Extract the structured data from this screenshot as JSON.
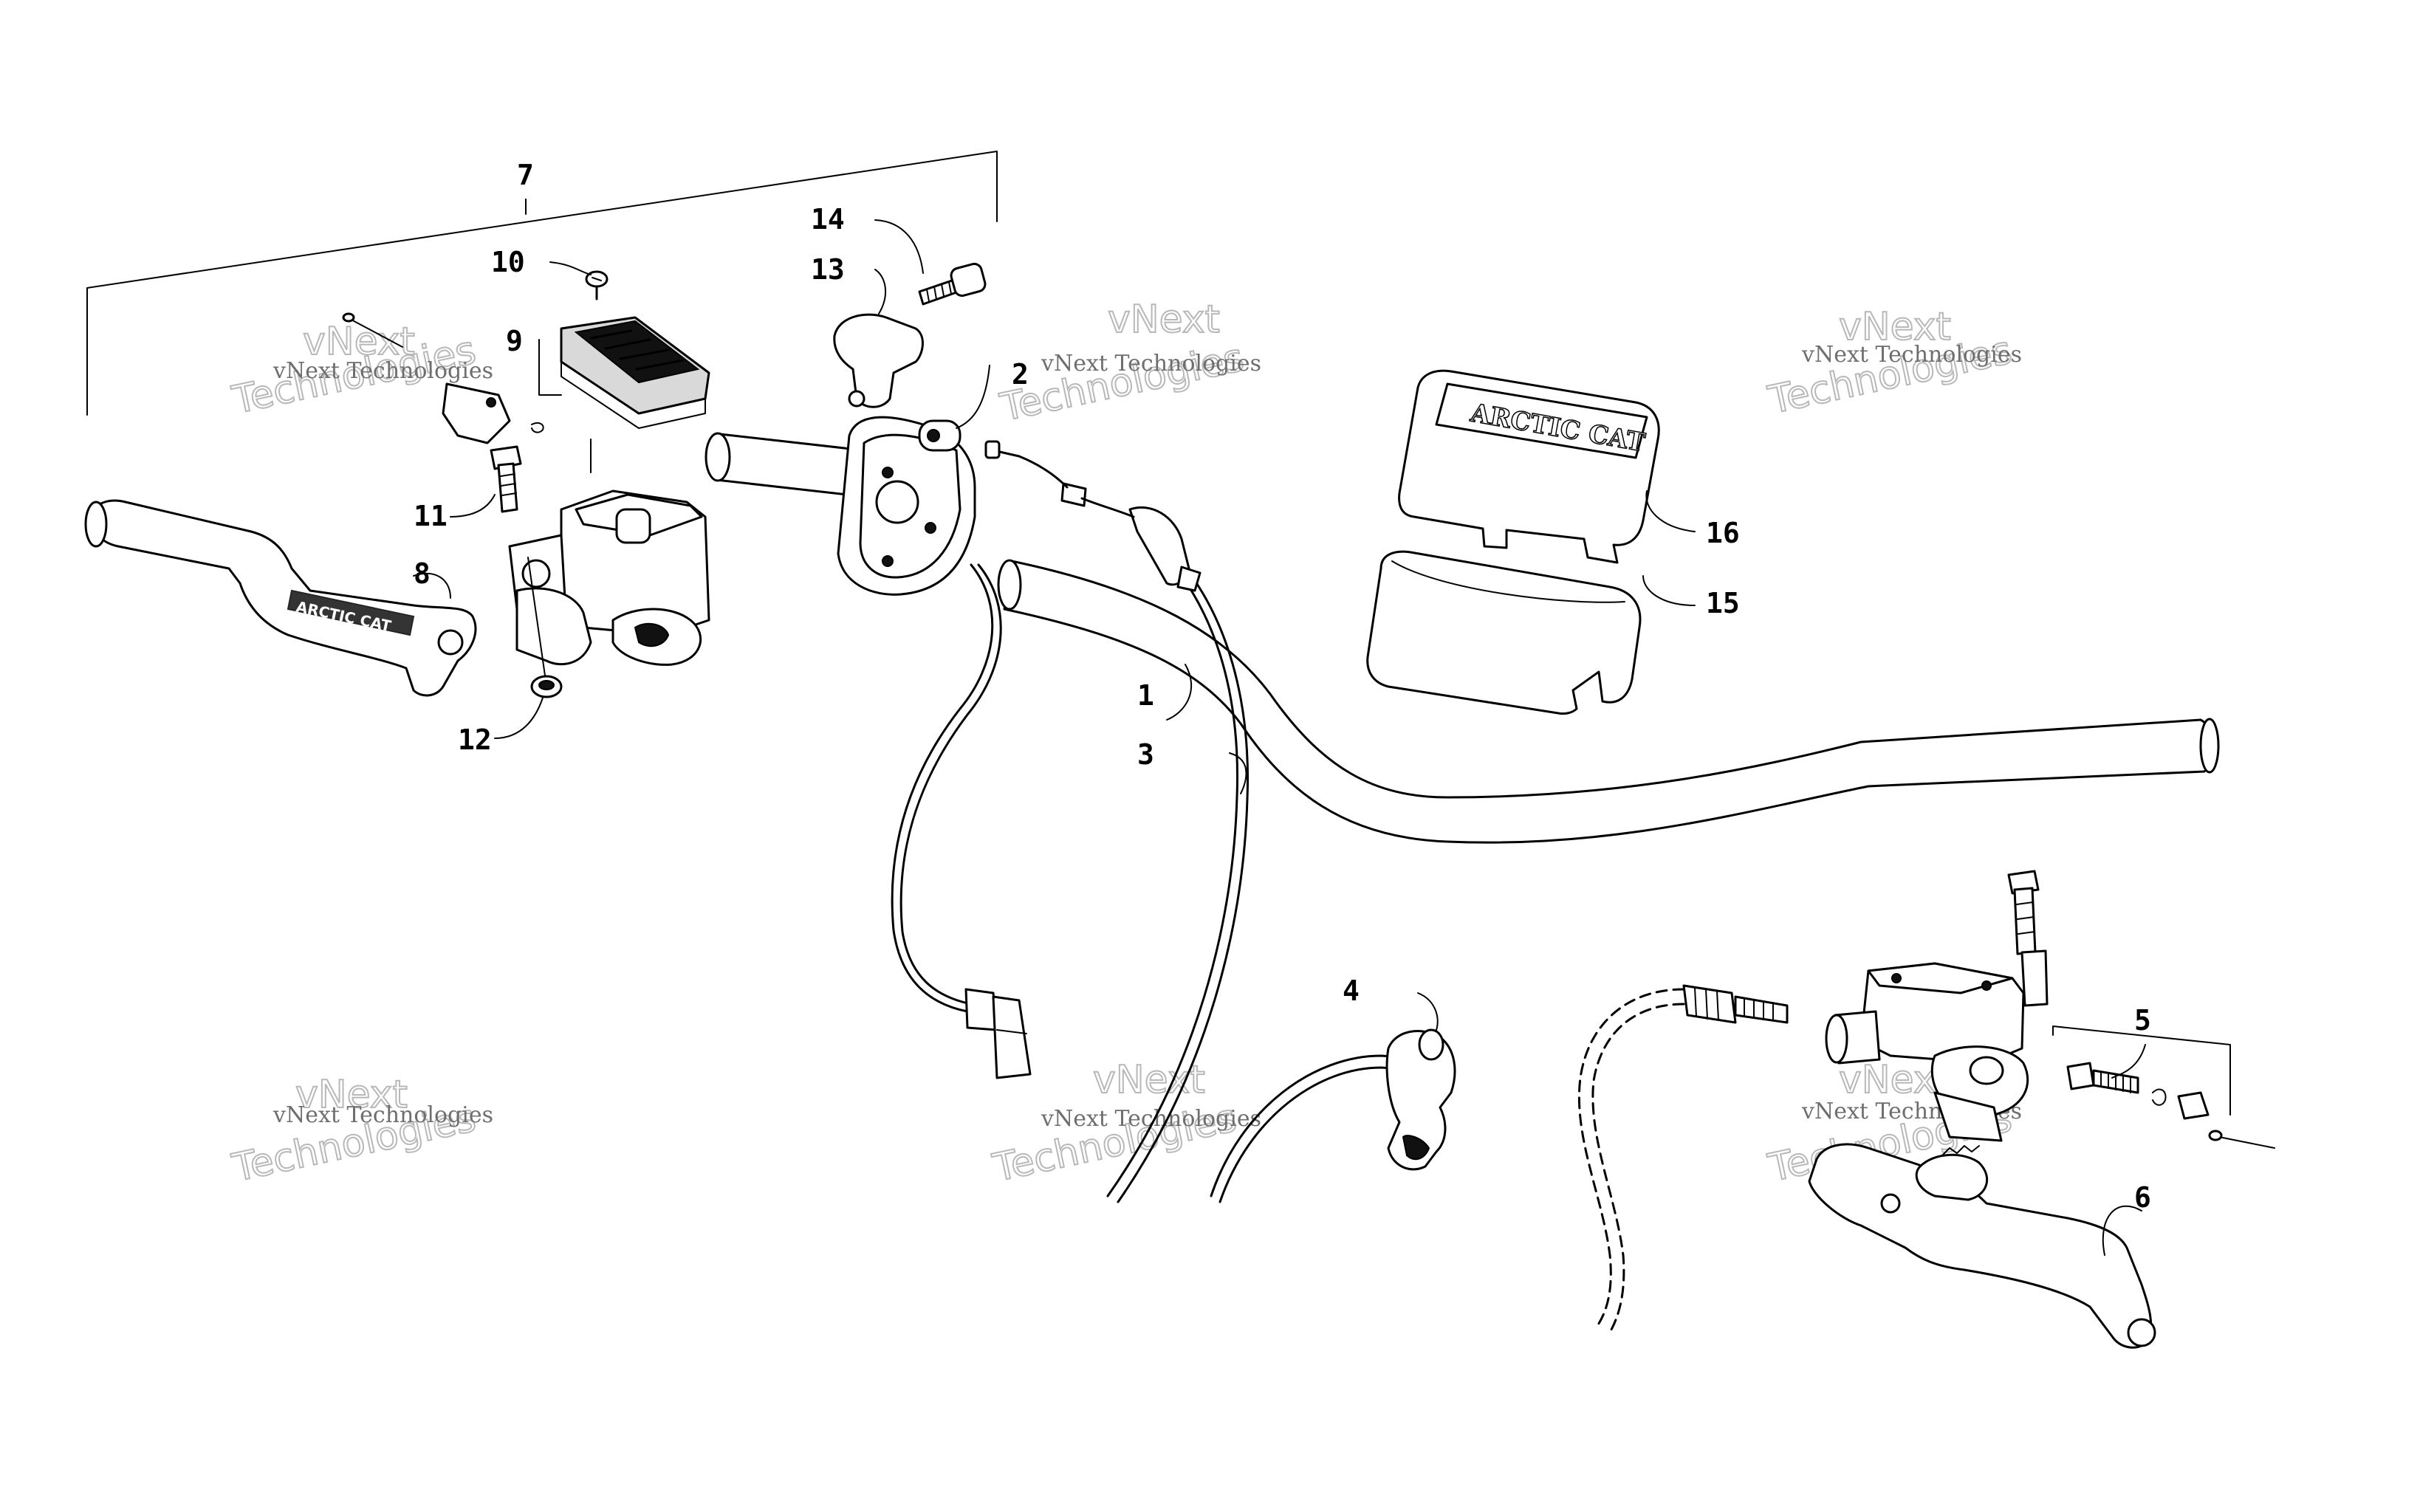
{
  "callouts": {
    "c1": "1",
    "c2": "2",
    "c3": "3",
    "c4": "4",
    "c5": "5",
    "c6": "6",
    "c7": "7",
    "c8": "8",
    "c9": "9",
    "c10": "10",
    "c11": "11",
    "c12": "12",
    "c13": "13",
    "c14": "14",
    "c15": "15",
    "c16": "16"
  },
  "pad_brand": "ARCTIC CAT",
  "lever_brand": "ARCTIC CAT",
  "watermark": {
    "line_small": "vNext Technologies",
    "line_a": "vNext",
    "line_b": "Technologies"
  }
}
